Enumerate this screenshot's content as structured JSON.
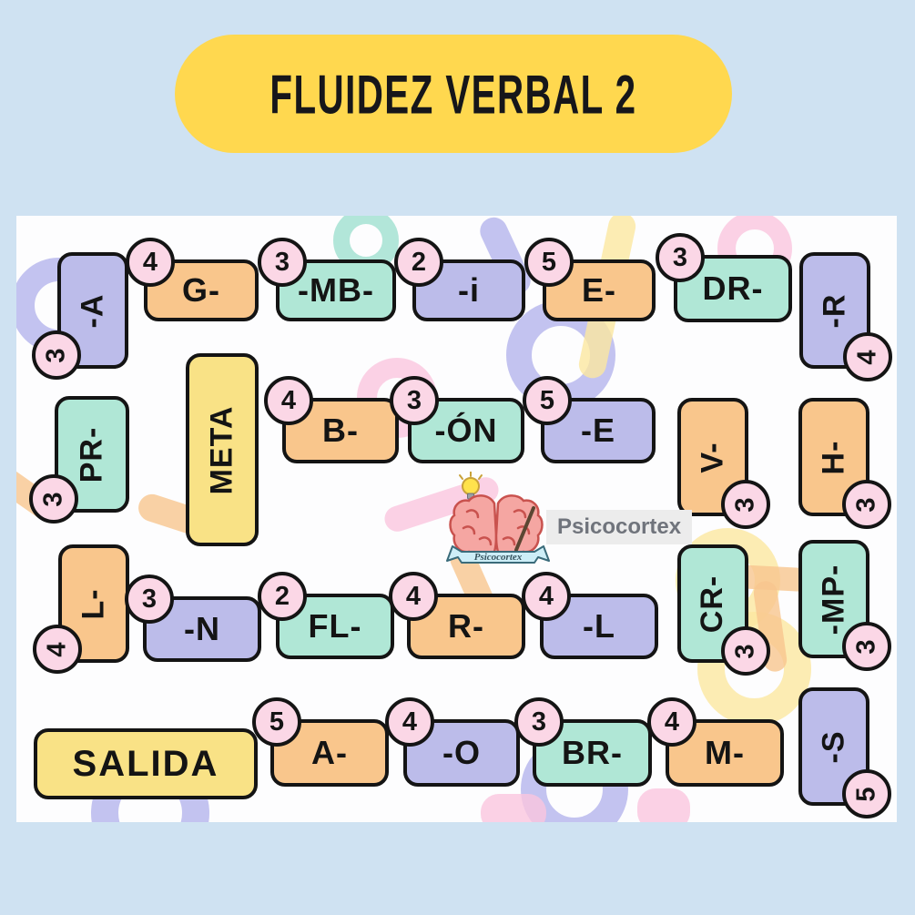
{
  "title": "FLUIDEZ VERBAL 2",
  "logo": {
    "brand": "Psicocortex",
    "ribbon": "Psicocortex"
  },
  "colors": {
    "page_background": "#cfe2f2",
    "banner_yellow": "#ffd84f",
    "tile_orange": "#f9c68c",
    "tile_teal": "#b0e7d6",
    "tile_lavender": "#bcbcea",
    "tile_yellow": "#f9e286",
    "badge_pink": "#fbd7e6",
    "outline_black": "#141414"
  },
  "tiles": [
    {
      "label": "-A",
      "badge": 3,
      "color": "lavender",
      "orientation": "vertical",
      "badge_position": "bottom-left"
    },
    {
      "label": "G-",
      "badge": 4,
      "color": "orange",
      "orientation": "horizontal",
      "badge_position": "top-left"
    },
    {
      "label": "-MB-",
      "badge": 3,
      "color": "teal",
      "orientation": "horizontal",
      "badge_position": "top-left"
    },
    {
      "label": "-i",
      "badge": 2,
      "color": "lavender",
      "orientation": "horizontal",
      "badge_position": "top-left"
    },
    {
      "label": "E-",
      "badge": 5,
      "color": "orange",
      "orientation": "horizontal",
      "badge_position": "top-left"
    },
    {
      "label": "DR-",
      "badge": 3,
      "color": "teal",
      "orientation": "horizontal",
      "badge_position": "top-left"
    },
    {
      "label": "-R",
      "badge": 4,
      "color": "lavender",
      "orientation": "vertical",
      "badge_position": "bottom-right"
    },
    {
      "label": "PR-",
      "badge": 3,
      "color": "teal",
      "orientation": "vertical",
      "badge_position": "bottom-left"
    },
    {
      "label": "META",
      "badge": null,
      "color": "yellow",
      "orientation": "vertical",
      "badge_position": "none"
    },
    {
      "label": "B-",
      "badge": 4,
      "color": "orange",
      "orientation": "horizontal",
      "badge_position": "top-left"
    },
    {
      "label": "-ÓN",
      "badge": 3,
      "color": "teal",
      "orientation": "horizontal",
      "badge_position": "top-left"
    },
    {
      "label": "-E",
      "badge": 5,
      "color": "lavender",
      "orientation": "horizontal",
      "badge_position": "top-left"
    },
    {
      "label": "V-",
      "badge": 3,
      "color": "orange",
      "orientation": "vertical",
      "badge_position": "bottom-right"
    },
    {
      "label": "H-",
      "badge": 3,
      "color": "orange",
      "orientation": "vertical",
      "badge_position": "bottom-right"
    },
    {
      "label": "L-",
      "badge": 4,
      "color": "orange",
      "orientation": "vertical",
      "badge_position": "bottom-left"
    },
    {
      "label": "-N",
      "badge": 3,
      "color": "lavender",
      "orientation": "horizontal",
      "badge_position": "top-left"
    },
    {
      "label": "FL-",
      "badge": 2,
      "color": "teal",
      "orientation": "horizontal",
      "badge_position": "top-left"
    },
    {
      "label": "R-",
      "badge": 4,
      "color": "orange",
      "orientation": "horizontal",
      "badge_position": "top-left"
    },
    {
      "label": "-L",
      "badge": 4,
      "color": "lavender",
      "orientation": "horizontal",
      "badge_position": "top-left"
    },
    {
      "label": "CR-",
      "badge": 3,
      "color": "teal",
      "orientation": "vertical",
      "badge_position": "bottom-right"
    },
    {
      "label": "-MP-",
      "badge": 3,
      "color": "teal",
      "orientation": "vertical",
      "badge_position": "bottom-right"
    },
    {
      "label": "SALIDA",
      "badge": null,
      "color": "yellow",
      "orientation": "horizontal",
      "badge_position": "none"
    },
    {
      "label": "A-",
      "badge": 5,
      "color": "orange",
      "orientation": "horizontal",
      "badge_position": "top-left"
    },
    {
      "label": "-O",
      "badge": 4,
      "color": "lavender",
      "orientation": "horizontal",
      "badge_position": "top-left"
    },
    {
      "label": "BR-",
      "badge": 3,
      "color": "teal",
      "orientation": "horizontal",
      "badge_position": "top-left"
    },
    {
      "label": "M-",
      "badge": 4,
      "color": "orange",
      "orientation": "horizontal",
      "badge_position": "top-left"
    },
    {
      "label": "-S",
      "badge": 5,
      "color": "lavender",
      "orientation": "vertical",
      "badge_position": "bottom-right"
    }
  ]
}
